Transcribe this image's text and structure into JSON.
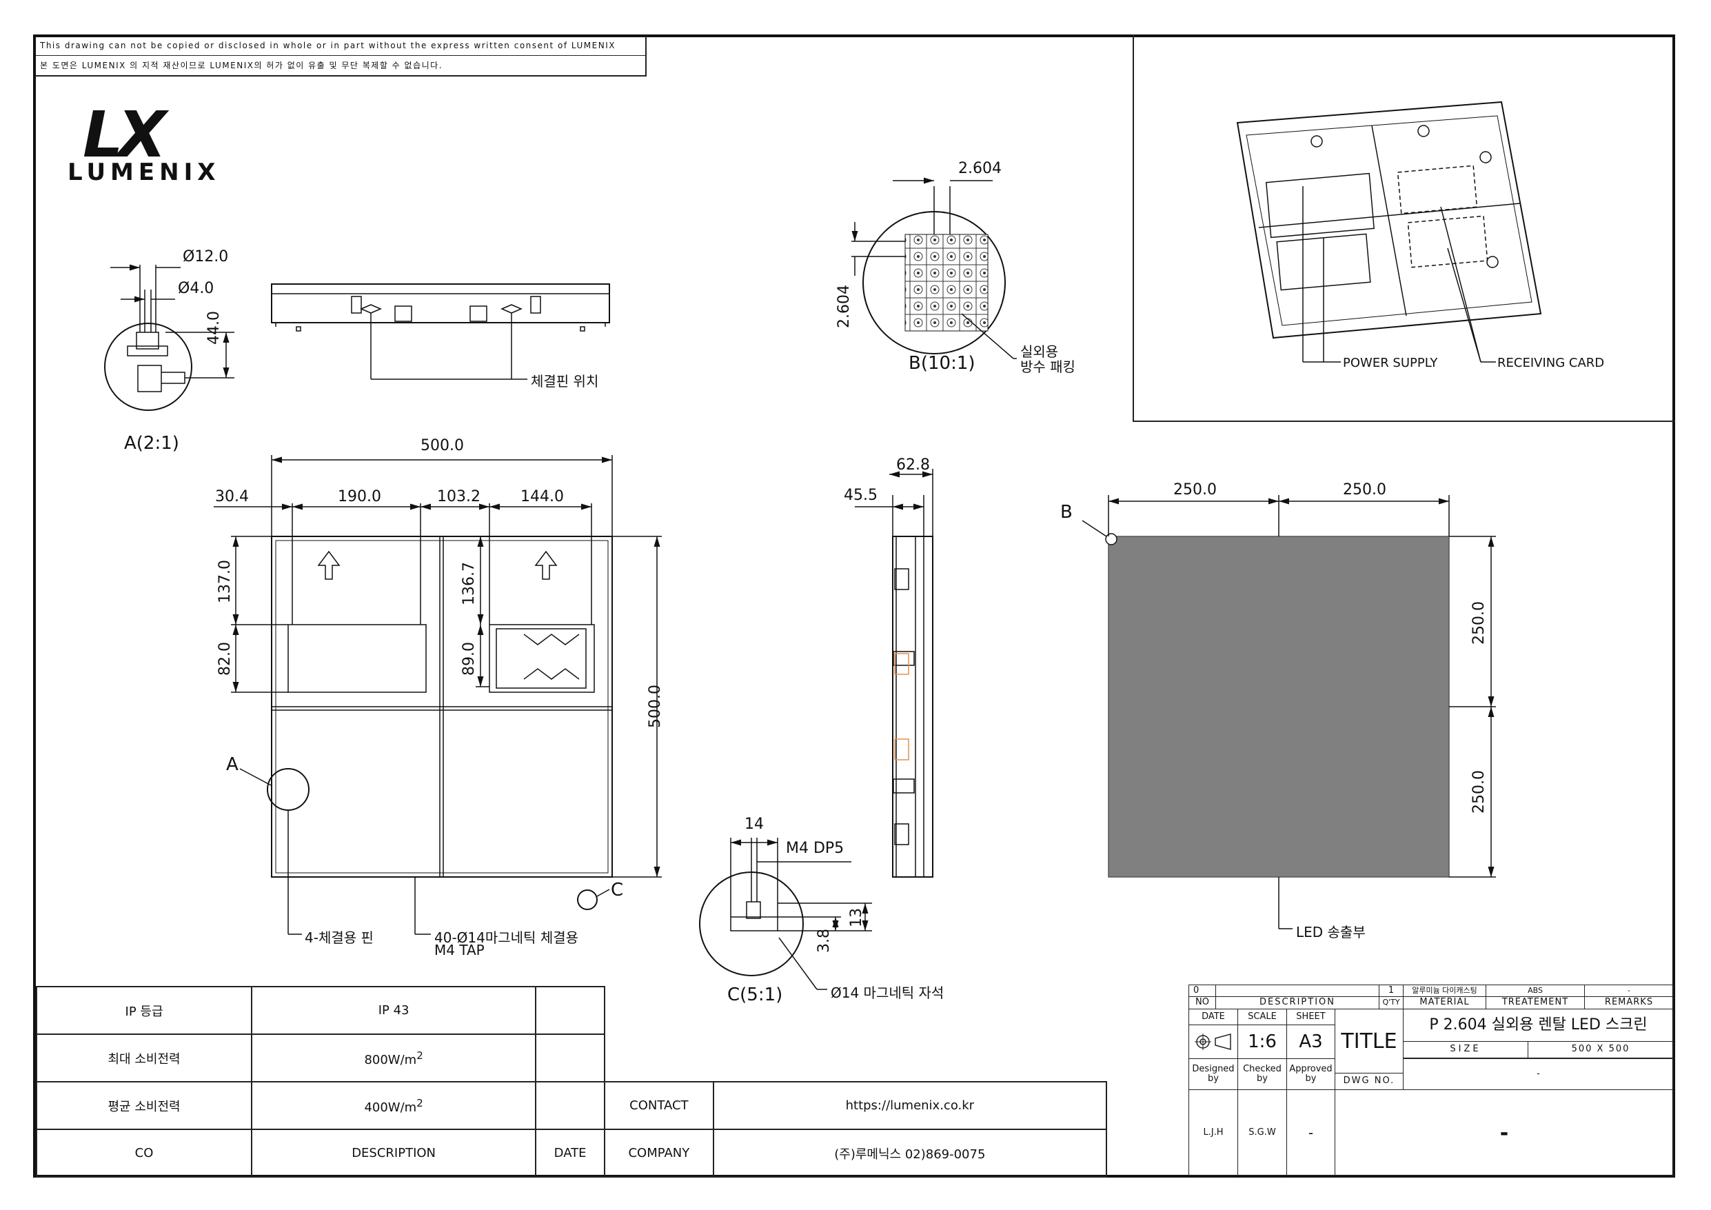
{
  "notice": {
    "line1": "This drawing can not be copied or disclosed in whole or in part without the express written consent of LUMENIX",
    "line2": "본 도면은 LUMENIX 의 지적 재산이므로 LUMENIX의 허가 없이 유출 및 무단 복제할 수 없습니다."
  },
  "logo": {
    "mark": "LX",
    "word": "LUMENIX"
  },
  "detail_a": {
    "d12": "Ø12.0",
    "d4": "Ø4.0",
    "h": "44.0",
    "caption": "A(2:1)"
  },
  "side_view": {
    "pin_label": "체결핀 위치"
  },
  "detail_b": {
    "pitch_h": "2.604",
    "pitch_v": "2.604",
    "caption": "B(10:1)",
    "packing_1": "실외용",
    "packing_2": "방수 패킹"
  },
  "iso_view": {
    "power_supply": "POWER SUPPLY",
    "receiving_card": "RECEIVING CARD"
  },
  "rear_view": {
    "width": "500.0",
    "d30": "30.4",
    "d190": "190.0",
    "d103": "103.2",
    "d144": "144.0",
    "height": "500.0",
    "d137": "137.0",
    "d82": "82.0",
    "d136": "136.7",
    "d89": "89.0",
    "marker_a": "A",
    "marker_c": "C",
    "pin_label": "4-체결용 핀",
    "magnet_label_1": "40-Ø14마그네틱 체결용",
    "magnet_label_2": "M4 TAP"
  },
  "profile_view": {
    "d62": "62.8",
    "d45": "45.5"
  },
  "detail_c": {
    "d14": "14",
    "m4": "M4 DP5",
    "h13": "13",
    "h38": "3.8",
    "caption": "C(5:1)",
    "magnet": "Ø14 마그네틱 자석"
  },
  "front_view": {
    "w1": "250.0",
    "w2": "250.0",
    "h1": "250.0",
    "h2": "250.0",
    "marker_b": "B",
    "led_label": "LED 송출부",
    "panel_color": "#808080"
  },
  "spec_table": {
    "rows": [
      {
        "label": "IP 등급",
        "value": "IP 43"
      },
      {
        "label": "최대 소비전력",
        "value": "800W/m",
        "sup": "2"
      },
      {
        "label": "평균 소비전력",
        "value": "400W/m",
        "sup": "2"
      }
    ],
    "footer": {
      "co": "CO",
      "description": "DESCRIPTION",
      "date": "DATE"
    },
    "contact_label": "CONTACT",
    "contact_value": "https://lumenix.co.kr",
    "company_label": "COMPANY",
    "company_value": "(주)루메닉스 02)869-0075"
  },
  "title_block": {
    "rev_no": "0",
    "qty": "1",
    "material": "알루미늄 다이캐스팅",
    "treatment": "ABS",
    "remarks": "-",
    "h_no": "NO",
    "h_desc": "DESCRIPTION",
    "h_qty": "Q'TY",
    "h_material": "MATERIAL",
    "h_treatment": "TREATEMENT",
    "h_remarks": "REMARKS",
    "date": "DATE",
    "scale": "SCALE",
    "sheet": "SHEET",
    "scale_value": "1:6",
    "sheet_value": "A3",
    "title_label": "TITLE",
    "title_value": "P 2.604 실외용 렌탈 LED 스크린",
    "size_label": "SIZE",
    "size_value": "500 X 500",
    "designed": "Designed by",
    "checked": "Checked by",
    "approved": "Approved by",
    "dwg_label": "DWG NO.",
    "dwg_value": "-",
    "designer": "L.J.H",
    "checker": "S.G.W",
    "approver": "-",
    "dwg_big": "-"
  }
}
